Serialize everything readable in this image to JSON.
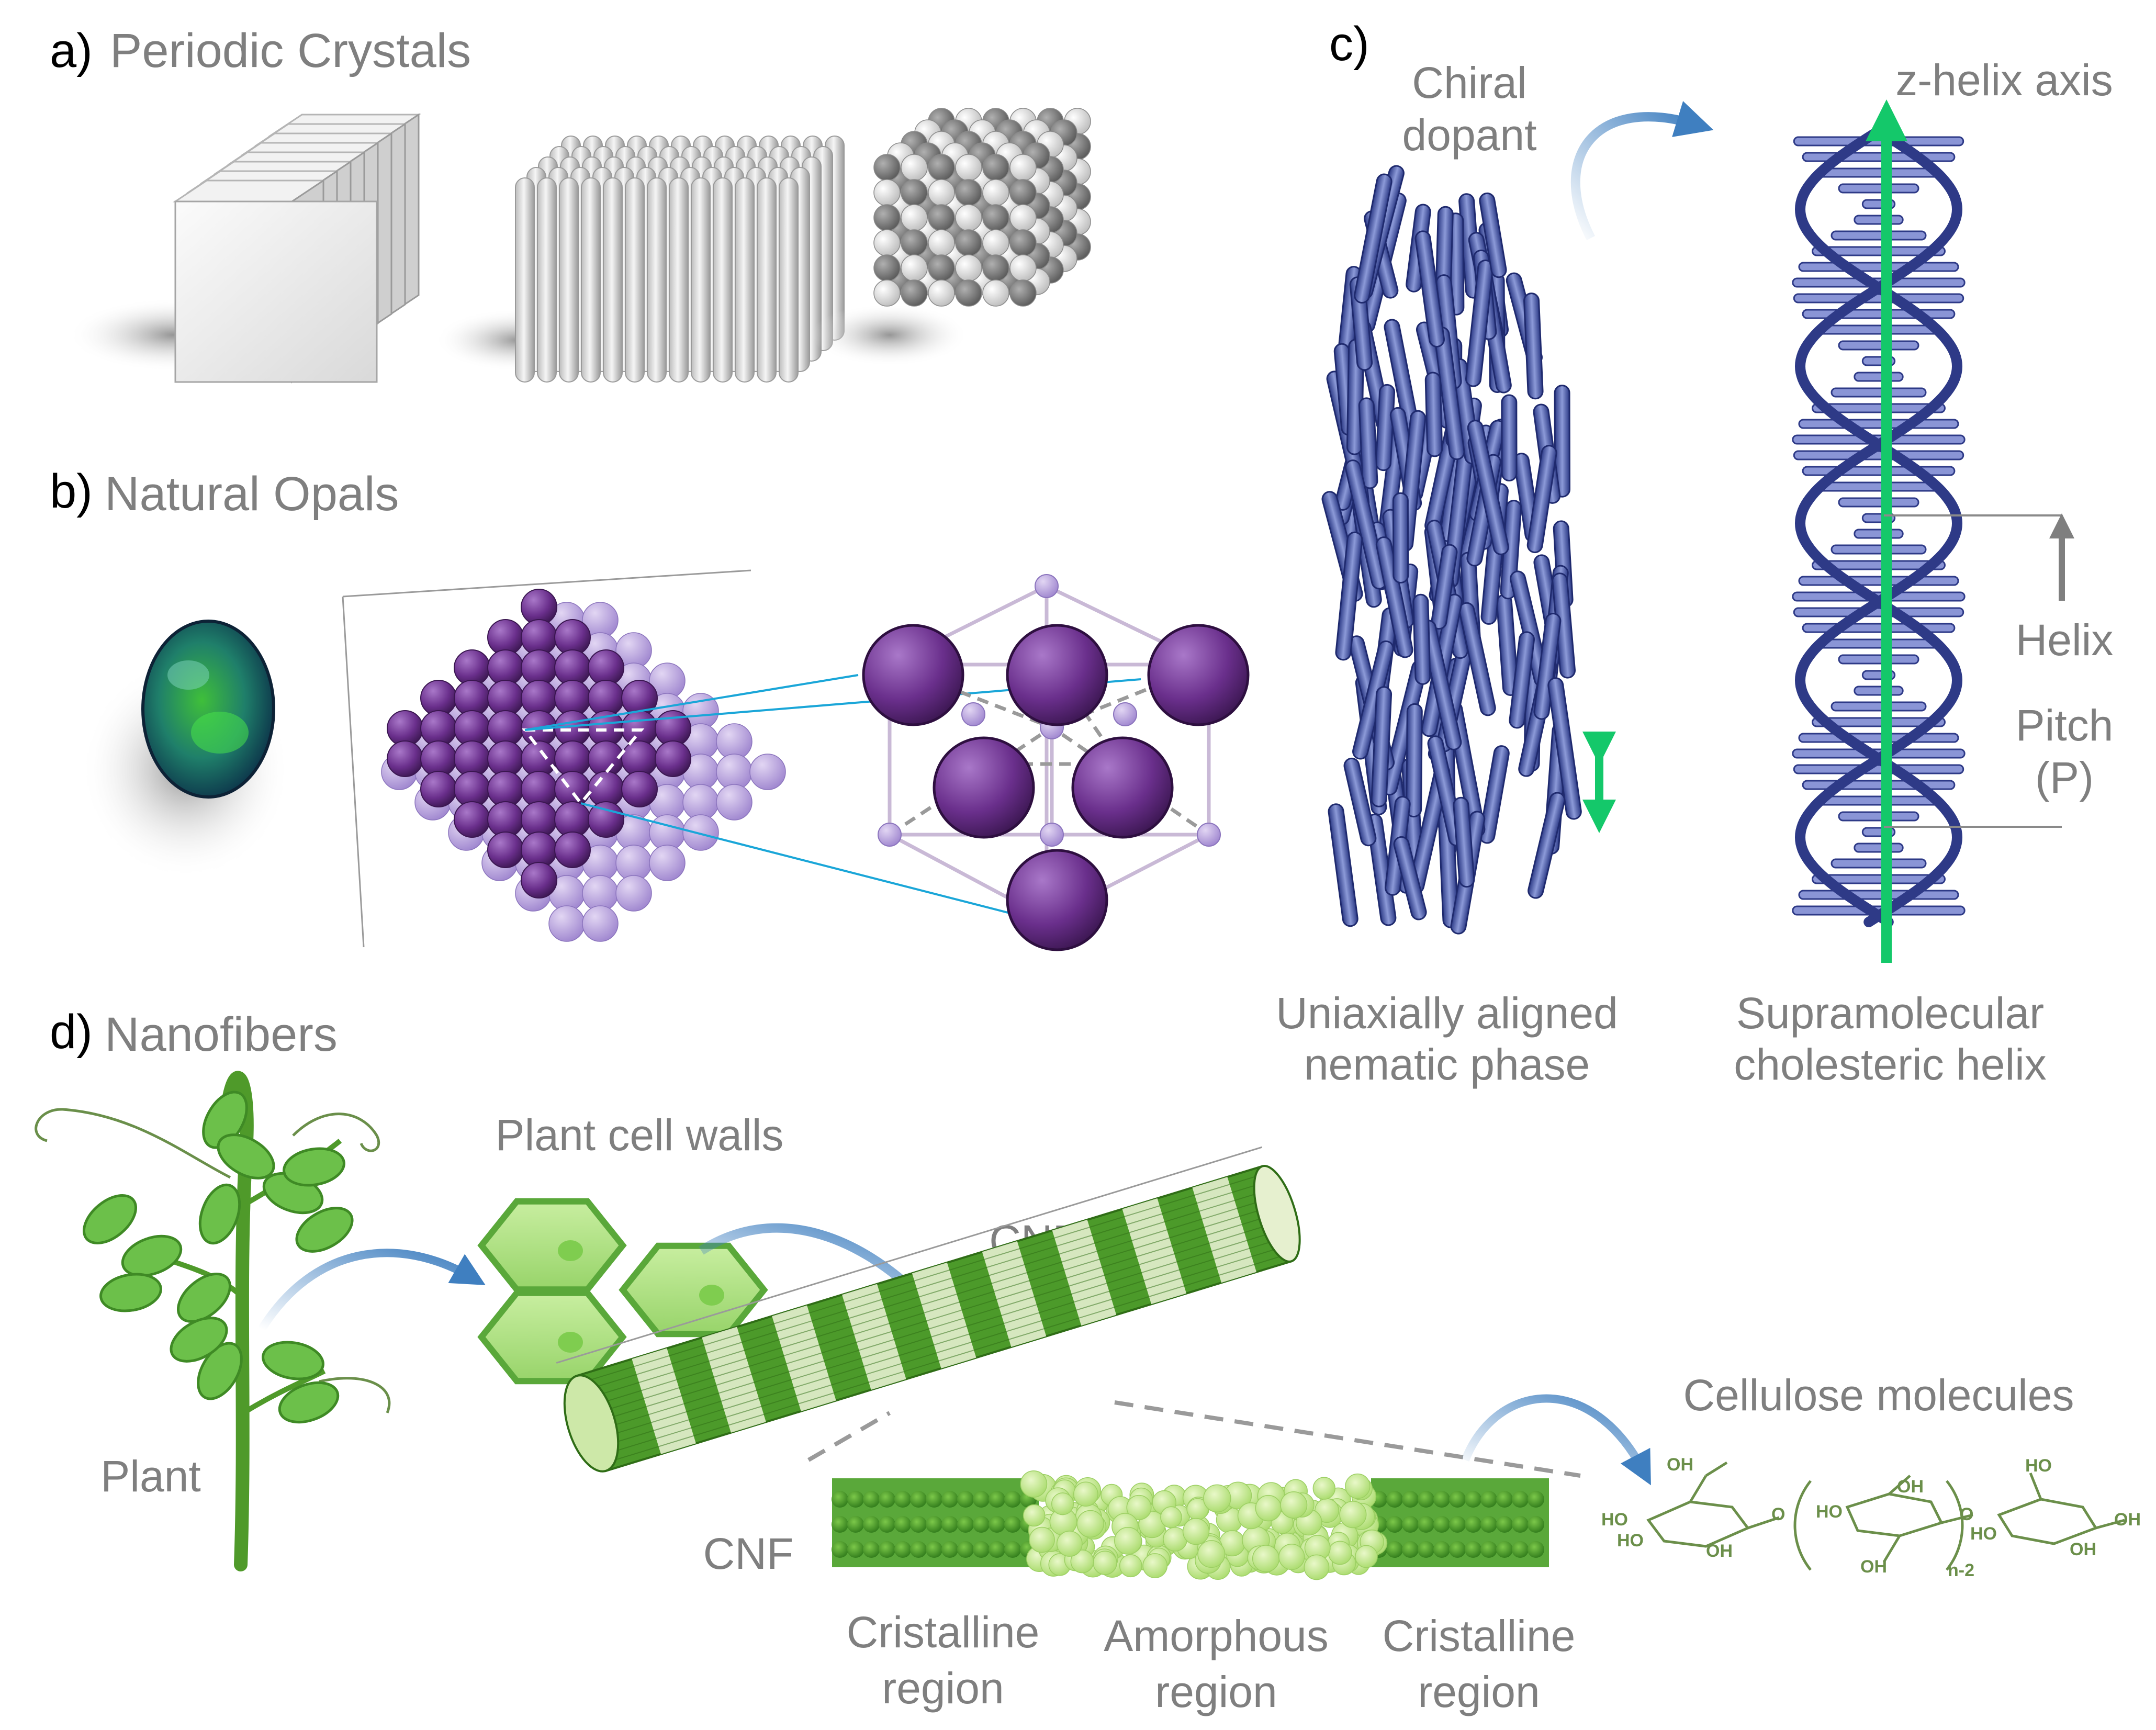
{
  "panels": {
    "a": {
      "letter": "a)",
      "title": "Periodic Crystals"
    },
    "b": {
      "letter": "b)",
      "title": "Natural Opals"
    },
    "c": {
      "letter": "c)",
      "chiral_dopant": [
        "Chiral",
        "dopant"
      ],
      "axis_label": "z-helix axis",
      "helix_pitch": [
        "Helix",
        "Pitch",
        "(P)"
      ],
      "nematic": [
        "Uniaxially aligned",
        "nematic phase"
      ],
      "cholesteric": [
        "Supramolecular",
        "cholesteric helix"
      ]
    },
    "d": {
      "letter": "d)",
      "title": "Nanofibers",
      "plant": "Plant",
      "cell_walls": "Plant cell walls",
      "bundles": "CNF Bundles",
      "cnf": "CNF",
      "cellulose": "Cellulose molecules",
      "crystalline_left": [
        "Cristalline",
        "region"
      ],
      "amorphous": [
        "Amorphous",
        "region"
      ],
      "crystalline_right": [
        "Cristalline",
        "region"
      ],
      "chem": {
        "oh": "OH",
        "ho": "HO",
        "o": "O",
        "n": "n-2"
      }
    }
  },
  "colors": {
    "label_gray": "#7f7f7f",
    "helix_blue": "#2e3a87",
    "rod_blue": "#4f5fa8",
    "axis_green": "#14c86a",
    "arrow_blue": "#3f7fc0",
    "opal_purple": "#6a3a8c",
    "leaf_green": "#5fae3a",
    "cnf_green": "#4c9a2a"
  }
}
